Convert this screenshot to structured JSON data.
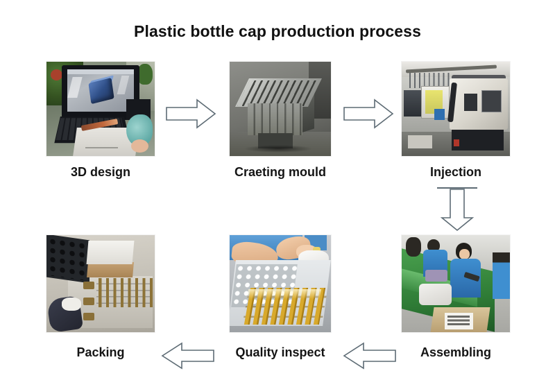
{
  "title": "Plastic bottle cap production process",
  "steps": [
    {
      "id": "3d-design",
      "label": "3D design",
      "photo": "laptop-cad-design-photo"
    },
    {
      "id": "creating-mould",
      "label": "Craeting mould",
      "photo": "steel-mould-block-photo"
    },
    {
      "id": "injection",
      "label": "Injection",
      "photo": "injection-moulding-machine-photo"
    },
    {
      "id": "assembling",
      "label": "Assembling",
      "photo": "assembly-line-workers-photo"
    },
    {
      "id": "quality-inspect",
      "label": "Quality inspect",
      "photo": "inspection-tray-caps-photo"
    },
    {
      "id": "packing",
      "label": "Packing",
      "photo": "packing-caps-boxes-photo"
    }
  ],
  "arrows": [
    {
      "id": "arrow-design-to-mould",
      "direction": "right"
    },
    {
      "id": "arrow-mould-to-injection",
      "direction": "right"
    },
    {
      "id": "arrow-injection-to-assembling",
      "direction": "down"
    },
    {
      "id": "arrow-assembling-to-quality",
      "direction": "left"
    },
    {
      "id": "arrow-quality-to-packing",
      "direction": "left"
    }
  ],
  "colors": {
    "background": "#ffffff",
    "text": "#141414",
    "arrow_stroke": "#5d6b74",
    "arrow_fill": "#ffffff",
    "rule": "#5d6b74"
  }
}
